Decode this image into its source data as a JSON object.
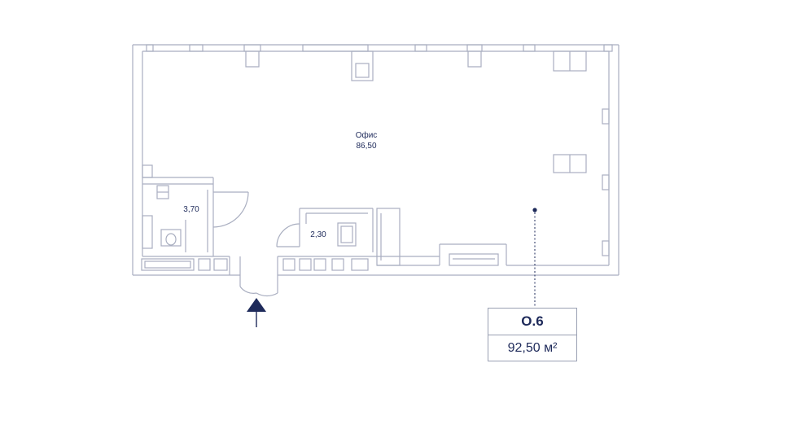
{
  "colors": {
    "wall": "#a9aec0",
    "accent": "#1e2a5a",
    "fixture": "#8a90a6"
  },
  "rooms": {
    "office": {
      "name": "Офис",
      "area": "86,50"
    },
    "bathroom": {
      "area": "3,70"
    },
    "storage": {
      "area": "2,30"
    }
  },
  "unit": {
    "code": "О.6",
    "area": "92,50 м²"
  },
  "icons": {
    "entrance": "entrance-arrow-icon",
    "marker": "unit-marker-dot-icon"
  }
}
